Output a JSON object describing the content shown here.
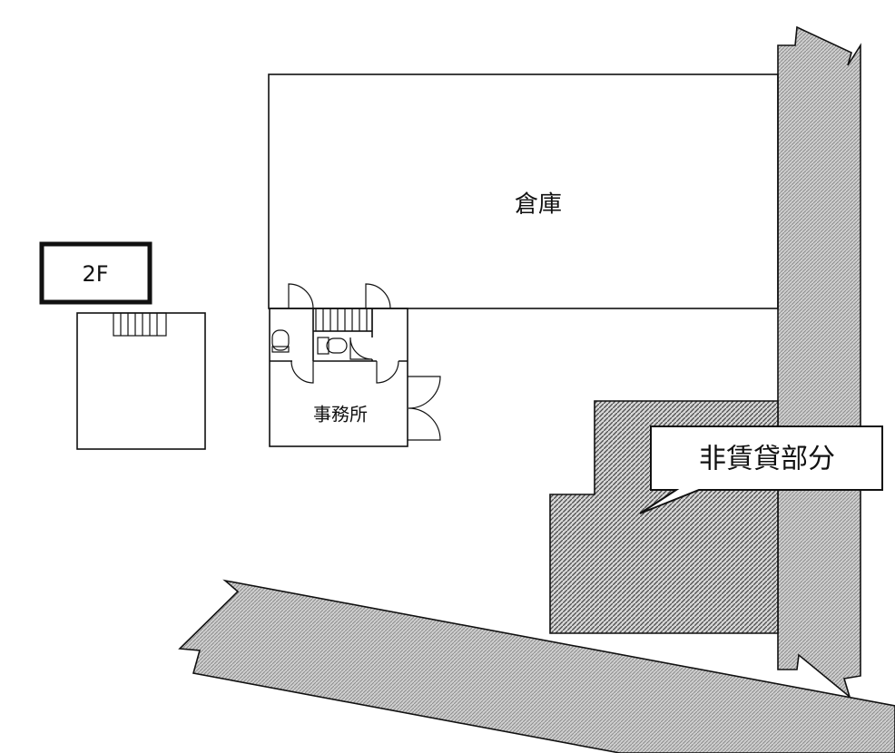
{
  "rooms": {
    "warehouse_label": "倉庫",
    "office_label": "事務所"
  },
  "floor_label": "2F",
  "callout_label": "非賃貸部分",
  "colors": {
    "line": "#111111",
    "grain_fill": "#cfcfcf",
    "hatch_fill": "#d6d6d6"
  }
}
